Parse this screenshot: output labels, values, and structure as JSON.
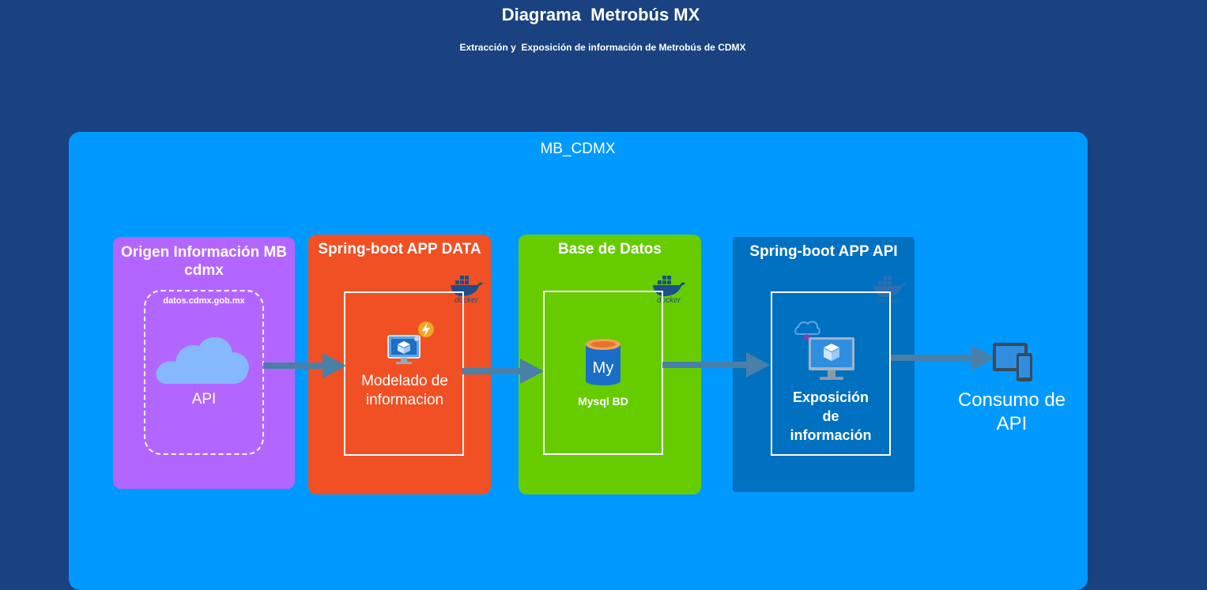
{
  "title": "Diagrama  Metrobús MX",
  "subtitle": "Extracción y  Exposición de información de Metrobús de CDMX",
  "container": {
    "label": "MB_CDMX"
  },
  "boxes": {
    "origen": {
      "title": "Origen Información MB cdmx",
      "source": "datos.cdmx.gob.mx",
      "item": "API",
      "color": "#b366ff"
    },
    "data_app": {
      "title": "Spring-boot APP DATA",
      "item": "Modelado de informacion",
      "color": "#f05024"
    },
    "database": {
      "title": "Base de Datos",
      "item": "Mysql BD",
      "color": "#66cc00"
    },
    "api_app": {
      "title": "Spring-boot APP API",
      "item": "Exposición de información",
      "color": "#0070c0"
    }
  },
  "consumer": {
    "label": "Consumo de API"
  },
  "docker_label": "docker",
  "mysql_label": "My",
  "arrow_color": "#4a7fa8"
}
